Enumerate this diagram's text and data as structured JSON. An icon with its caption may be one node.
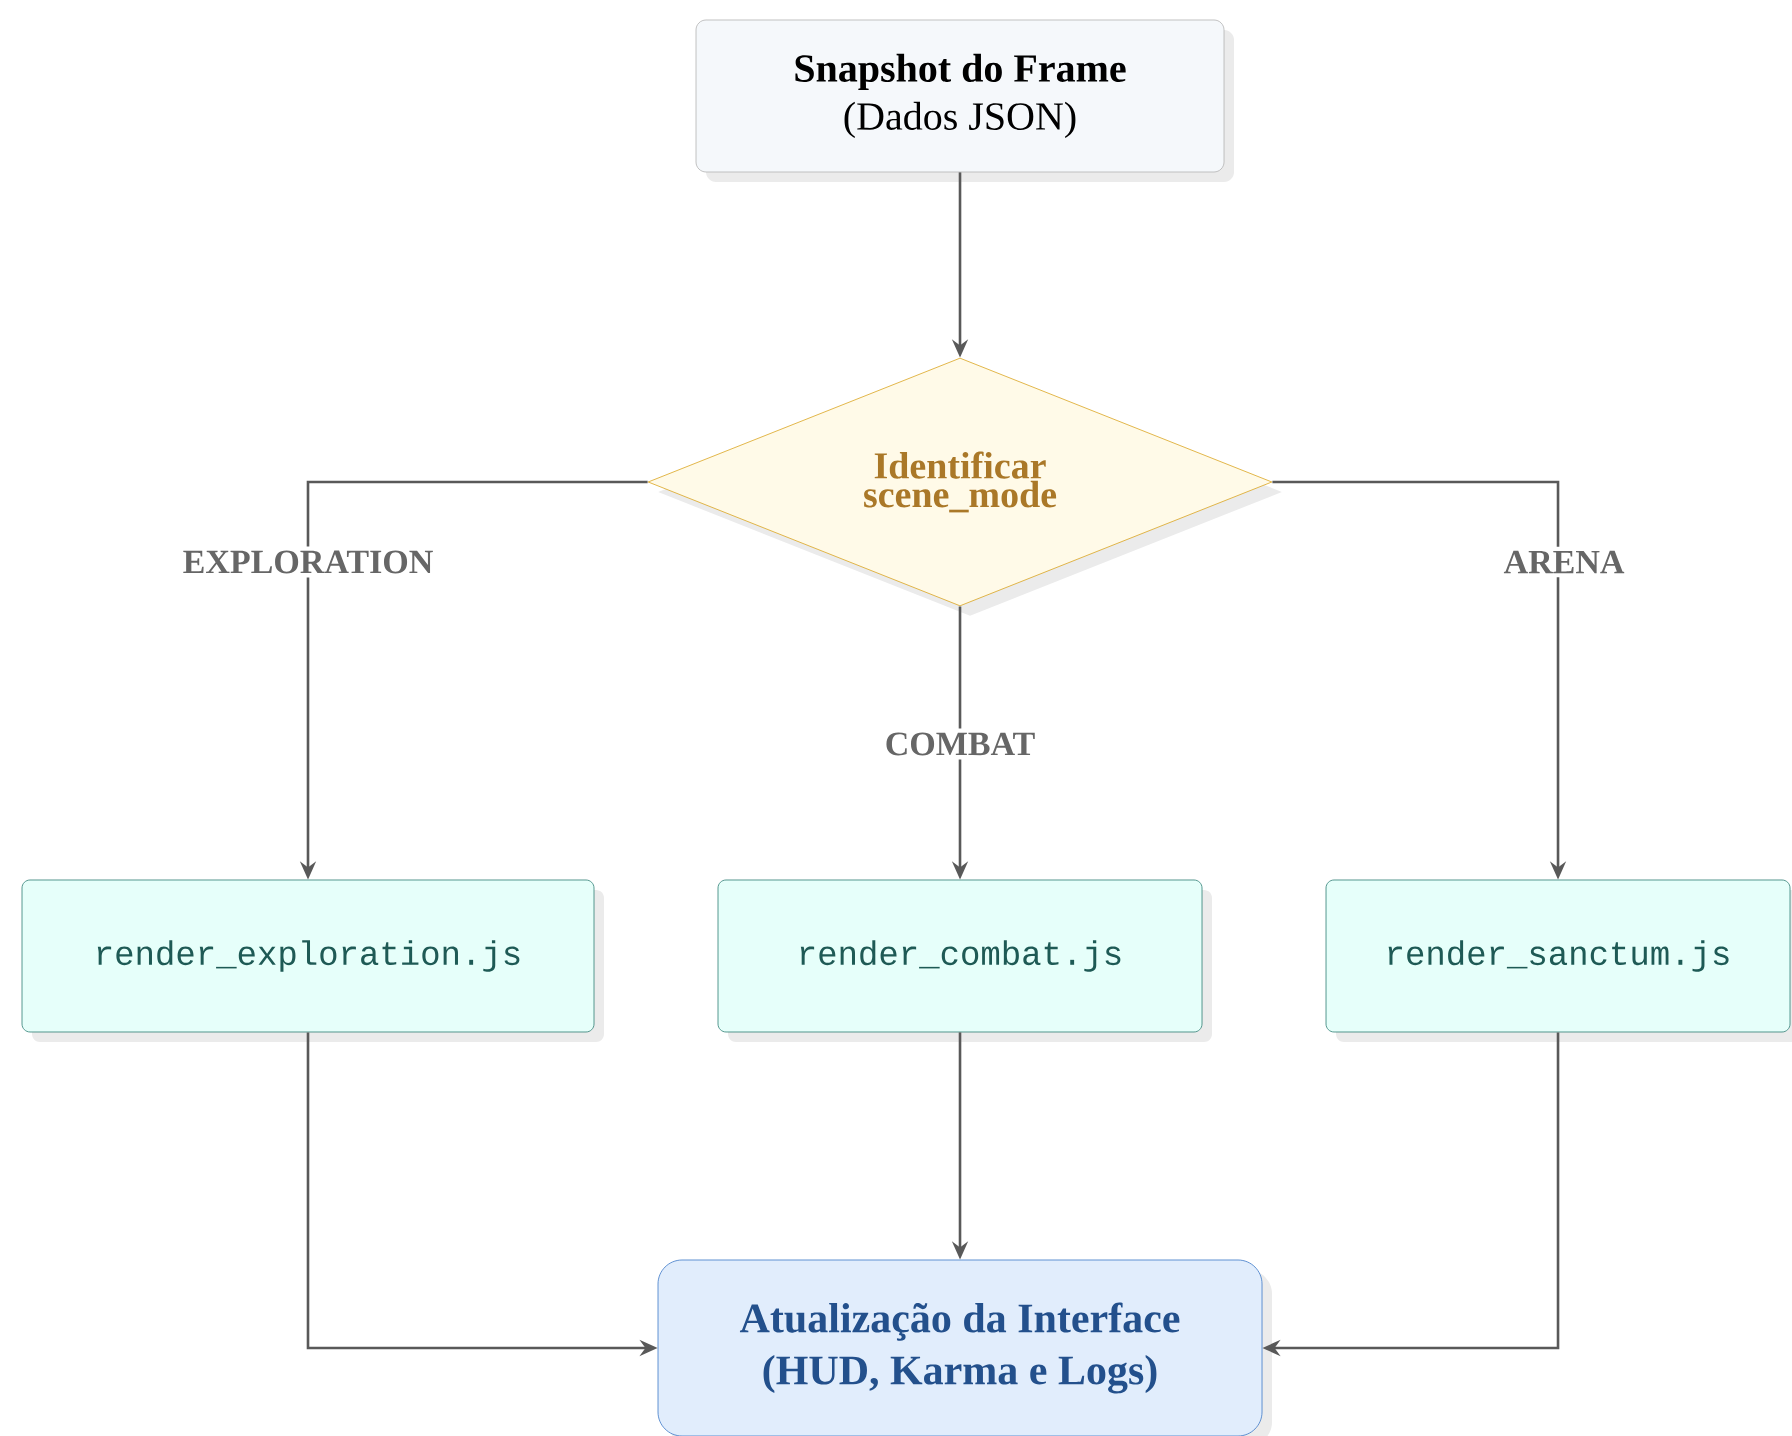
{
  "diagram": {
    "nodes": [
      {
        "text": [
          "Snapshot do Frame",
          "(Dados JSON)"
        ]
      },
      {
        "text": [
          "Identificar scene_mode"
        ]
      },
      {
        "text": [
          "render_exploration.js"
        ]
      },
      {
        "text": [
          "render_combat.js"
        ]
      },
      {
        "text": [
          "render_sanctum.js"
        ]
      },
      {
        "text": [
          "Atualização da Interface",
          "(HUD, Karma e Logs)"
        ]
      }
    ],
    "edges": [
      {
        "from": 0,
        "to": 1,
        "arrow": "to"
      },
      {
        "from": 1,
        "to": 2,
        "arrow": "to",
        "label": "EXPLORATION"
      },
      {
        "from": 1,
        "to": 3,
        "arrow": "to",
        "label": "COMBAT"
      },
      {
        "from": 1,
        "to": 4,
        "arrow": "to",
        "label": "ARENA"
      },
      {
        "from": 2,
        "to": 5,
        "arrow": "to"
      },
      {
        "from": 3,
        "to": 5,
        "arrow": "to"
      },
      {
        "from": 4,
        "to": 5,
        "arrow": "to"
      }
    ]
  }
}
